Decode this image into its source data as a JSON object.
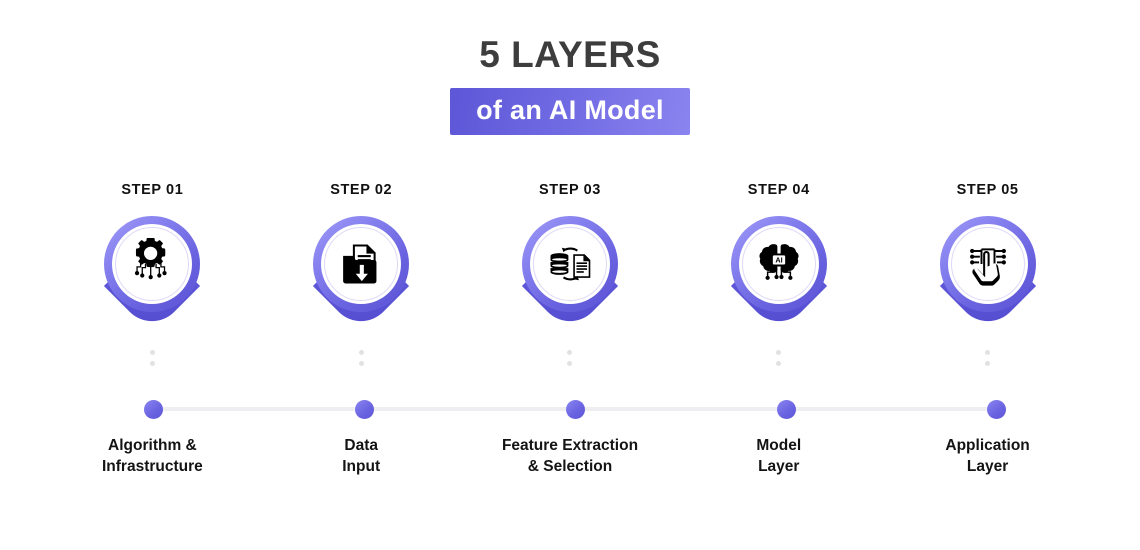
{
  "title": {
    "main": "5 LAYERS",
    "sub": "of an AI Model"
  },
  "colors": {
    "purple_dark": "#5a52d4",
    "purple_mid": "#6c65e2",
    "purple_light": "#a09bf7",
    "title_gray": "#3d3d3d",
    "label_black": "#141414",
    "track_gray": "#eeeef0",
    "dot_gray": "#e2e2e4"
  },
  "timeline": {
    "node_count": 5
  },
  "steps": [
    {
      "number": "STEP 01",
      "icon": "gear-network-icon",
      "label_line1": "Algorithm &",
      "label_line2": "Infrastructure"
    },
    {
      "number": "STEP 02",
      "icon": "document-download-folder-icon",
      "label_line1": "Data",
      "label_line2": "Input"
    },
    {
      "number": "STEP 03",
      "icon": "database-document-sync-icon",
      "label_line1": "Feature Extraction",
      "label_line2": "& Selection"
    },
    {
      "number": "STEP 04",
      "icon": "ai-brain-chip-icon",
      "label_line1": "Model",
      "label_line2": "Layer"
    },
    {
      "number": "STEP 05",
      "icon": "hand-tap-circuit-icon",
      "label_line1": "Application",
      "label_line2": "Layer"
    }
  ]
}
